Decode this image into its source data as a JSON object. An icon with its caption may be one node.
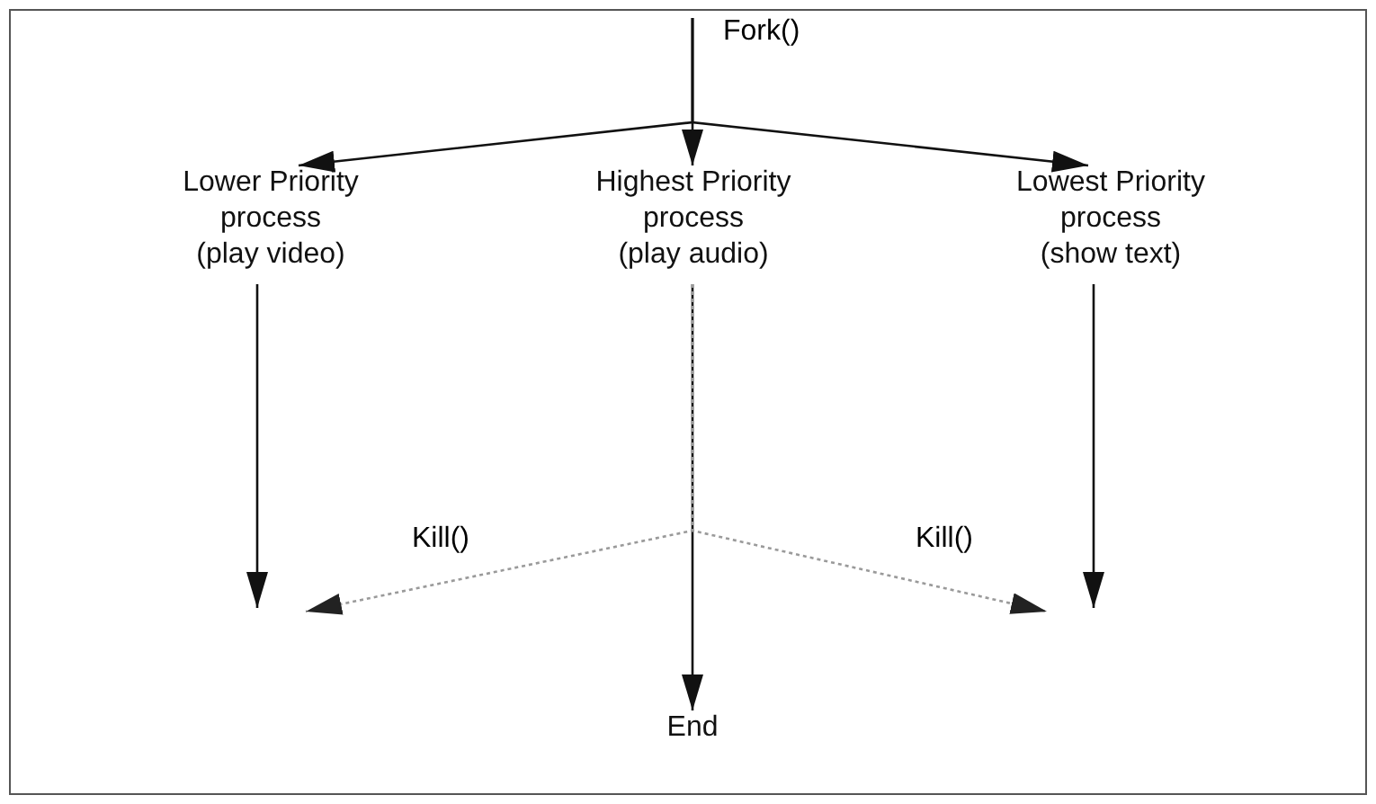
{
  "diagram": {
    "nodes": [
      {
        "text": [
          "Lower Priority process",
          "(play video)"
        ]
      },
      {
        "text": [
          "Highest Priority process",
          "(play audio)"
        ]
      },
      {
        "text": [
          "Lowest Priority process",
          "(show text)"
        ]
      },
      {
        "text": [
          "End"
        ]
      }
    ],
    "edges": [
      {
        "from": null,
        "to": 0,
        "arrow": "to"
      },
      {
        "from": null,
        "to": 1,
        "arrow": "to"
      },
      {
        "from": null,
        "to": 2,
        "arrow": "to"
      },
      {
        "from": 0,
        "to": null,
        "arrow": "to"
      },
      {
        "from": 1,
        "to": 3,
        "arrow": "to"
      },
      {
        "from": 2,
        "to": null,
        "arrow": "to"
      },
      {
        "from": 1,
        "to": null,
        "arrow": "to",
        "label": "Kill()",
        "style": "dashed",
        "color": "#9a9a9a"
      },
      {
        "from": 1,
        "to": null,
        "arrow": "to",
        "label": "Kill()",
        "style": "dashed",
        "color": "#9a9a9a"
      }
    ],
    "labels": [
      "Fork()"
    ]
  }
}
